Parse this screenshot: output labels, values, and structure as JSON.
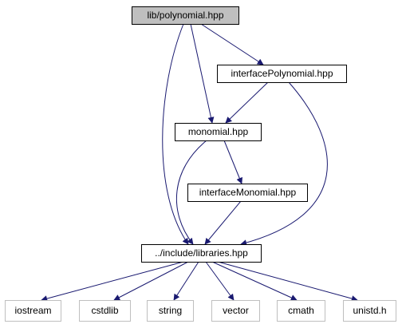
{
  "diagram": {
    "colors": {
      "edge": "#191970",
      "root_fill": "#bfbfbf",
      "node_border": "#000000",
      "external_border": "#bfbfbf",
      "background": "#ffffff"
    },
    "nodes": [
      {
        "id": "polynomial",
        "label": "lib/polynomial.hpp",
        "kind": "root"
      },
      {
        "id": "interfacePolynomial",
        "label": "interfacePolynomial.hpp",
        "kind": "header"
      },
      {
        "id": "monomial",
        "label": "monomial.hpp",
        "kind": "header"
      },
      {
        "id": "interfaceMonomial",
        "label": "interfaceMonomial.hpp",
        "kind": "header"
      },
      {
        "id": "libraries",
        "label": "../include/libraries.hpp",
        "kind": "header"
      },
      {
        "id": "iostream",
        "label": "iostream",
        "kind": "external"
      },
      {
        "id": "cstdlib",
        "label": "cstdlib",
        "kind": "external"
      },
      {
        "id": "string",
        "label": "string",
        "kind": "external"
      },
      {
        "id": "vector",
        "label": "vector",
        "kind": "external"
      },
      {
        "id": "cmath",
        "label": "cmath",
        "kind": "external"
      },
      {
        "id": "unistd",
        "label": "unistd.h",
        "kind": "external"
      }
    ],
    "edges": [
      {
        "from": "polynomial",
        "to": "interfacePolynomial"
      },
      {
        "from": "polynomial",
        "to": "monomial"
      },
      {
        "from": "polynomial",
        "to": "libraries"
      },
      {
        "from": "interfacePolynomial",
        "to": "monomial"
      },
      {
        "from": "interfacePolynomial",
        "to": "libraries"
      },
      {
        "from": "monomial",
        "to": "interfaceMonomial"
      },
      {
        "from": "monomial",
        "to": "libraries"
      },
      {
        "from": "interfaceMonomial",
        "to": "libraries"
      },
      {
        "from": "libraries",
        "to": "iostream"
      },
      {
        "from": "libraries",
        "to": "cstdlib"
      },
      {
        "from": "libraries",
        "to": "string"
      },
      {
        "from": "libraries",
        "to": "vector"
      },
      {
        "from": "libraries",
        "to": "cmath"
      },
      {
        "from": "libraries",
        "to": "unistd"
      }
    ]
  }
}
